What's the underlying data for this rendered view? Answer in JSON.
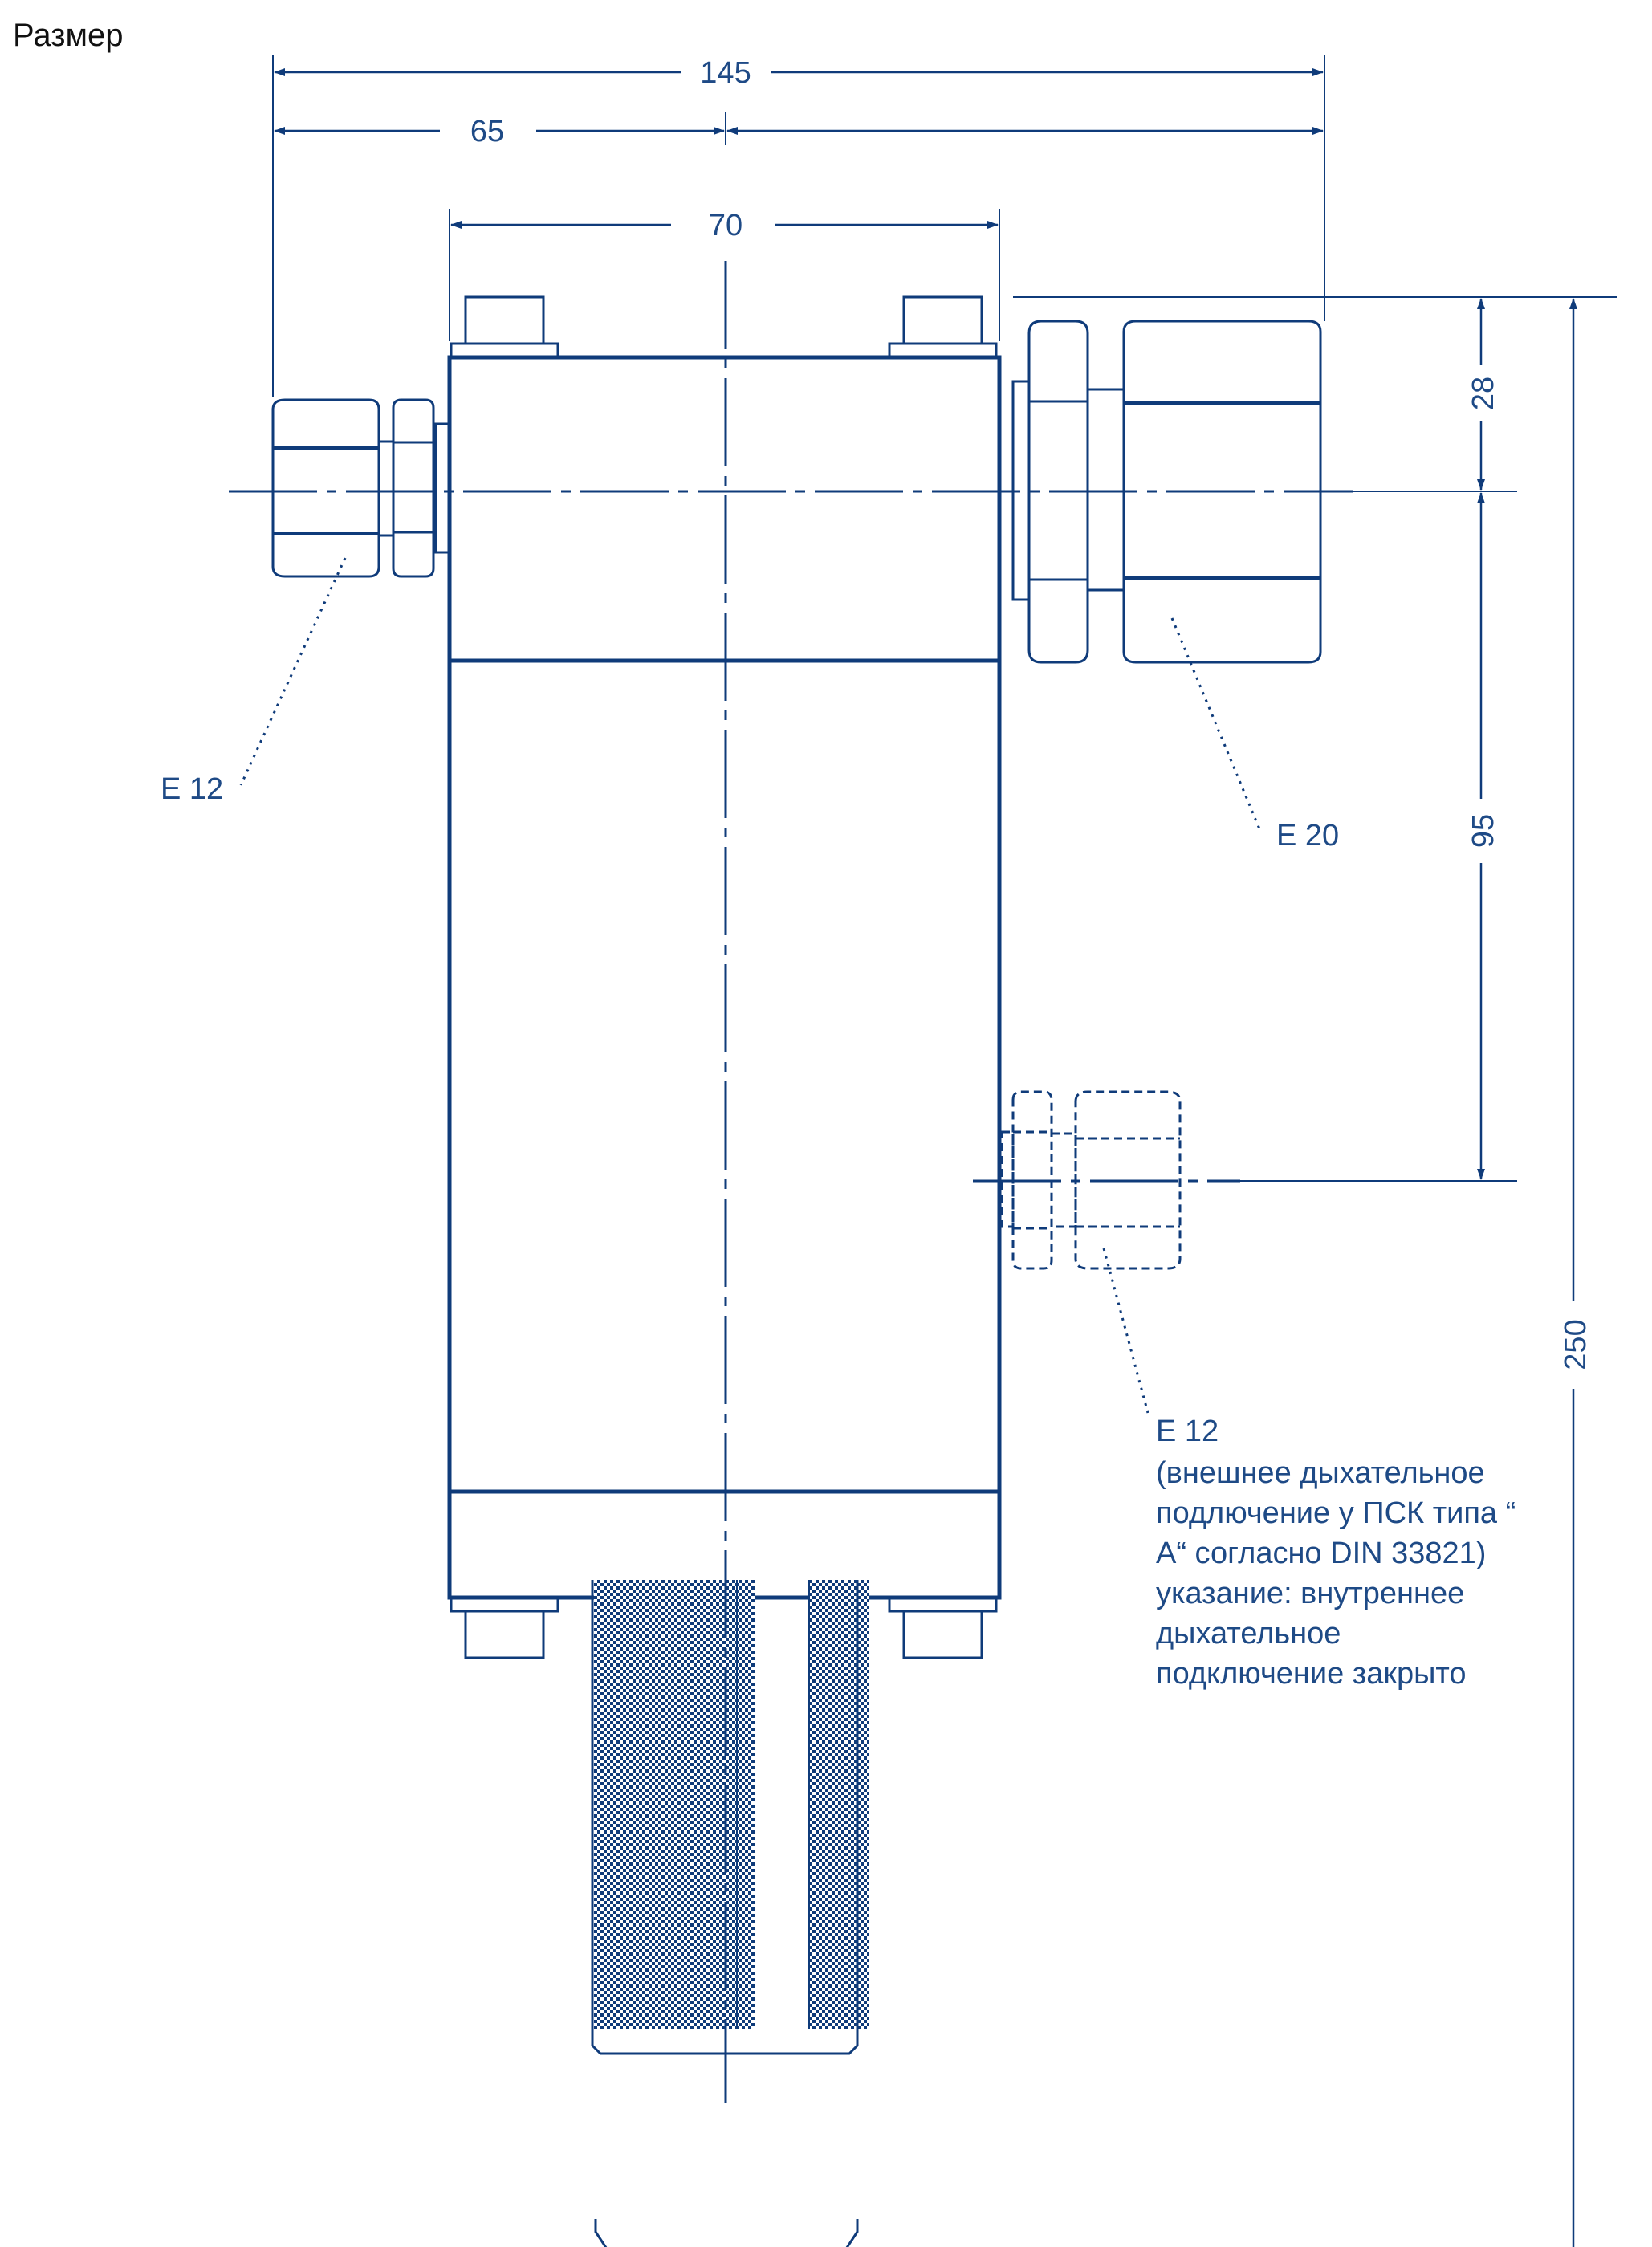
{
  "title": "Размер",
  "colors": {
    "line": "#0f3b7a",
    "text": "#1e4a86",
    "background": "#ffffff"
  },
  "dimensions": {
    "overall_width": "145",
    "left_offset": "65",
    "body_width": "70",
    "top_to_axis": "28",
    "axis_to_axis": "95",
    "overall_height": "250"
  },
  "labels": {
    "left_port": "E 12",
    "right_port": "E 20",
    "breather_port": "E 12",
    "note_lines": [
      "(внешнее дыхательное",
      "подлючение у ПСК типа “",
      "A“ согласно DIN 33821)",
      "указание: внутреннее",
      "дыхательное",
      "подключение закрыто"
    ]
  }
}
